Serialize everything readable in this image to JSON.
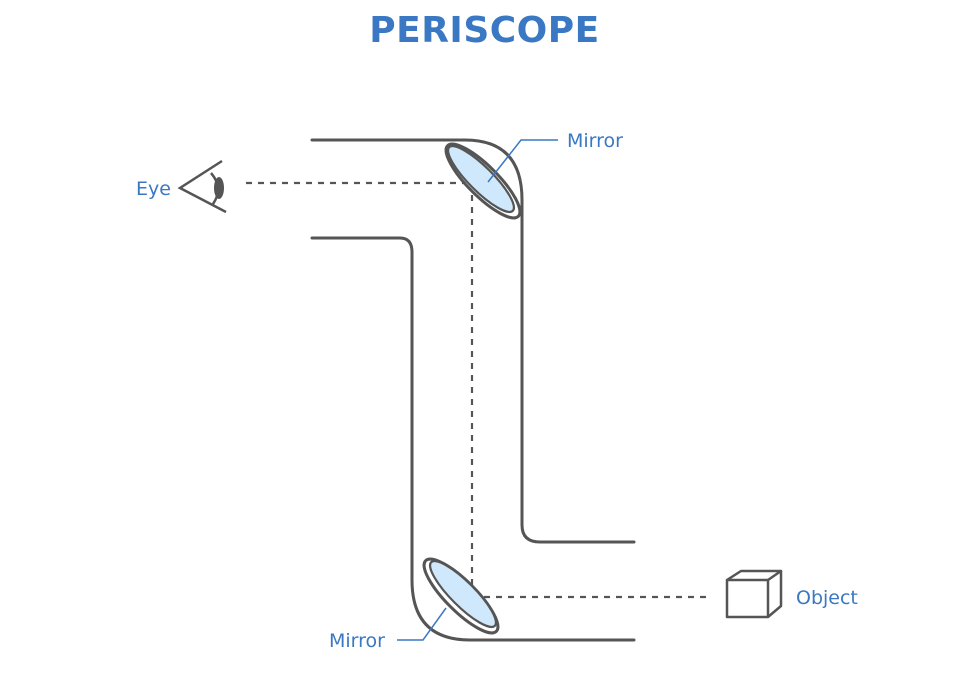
{
  "title": "PERISCOPE",
  "labels": {
    "eye": "Eye",
    "mirror_top": "Mirror",
    "mirror_bottom": "Mirror",
    "object": "Object"
  },
  "colors": {
    "accent": "#3a78c3",
    "outline": "#555555",
    "mirror_fill": "#cfe8fb"
  }
}
